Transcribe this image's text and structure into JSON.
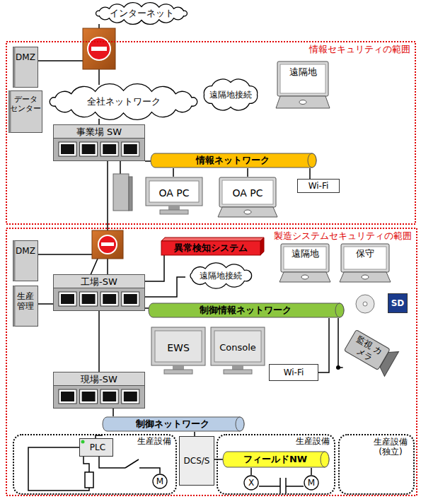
{
  "diagram": {
    "nodes": [
      {
        "text": [
          "インターネット"
        ]
      },
      {
        "text": [
          "情報セキュリティの範囲"
        ]
      },
      {
        "text": [
          "DMZ"
        ],
        "in": 1
      },
      {
        "text": [
          "データ センター"
        ],
        "in": 1
      },
      {
        "text": [
          "全社ネットワーク"
        ],
        "in": 1
      },
      {
        "text": [
          "遠隔地接続"
        ],
        "in": 1
      },
      {
        "text": [
          "遠隔地"
        ],
        "in": 1
      },
      {
        "text": [
          "事業場 SW"
        ],
        "in": 1
      },
      {
        "text": [
          "情報ネットワーク"
        ],
        "in": 1
      },
      {
        "text": [
          "OA PC"
        ],
        "in": 1
      },
      {
        "text": [
          "OA PC"
        ],
        "in": 1
      },
      {
        "text": [
          "Wi-Fi"
        ],
        "in": 1
      },
      {
        "text": [
          "製造システムセキュリティの範囲"
        ]
      },
      {
        "text": [
          "DMZ"
        ],
        "in": 12
      },
      {
        "text": [
          "生産管理"
        ],
        "in": 12
      },
      {
        "text": [
          "工場-SW"
        ],
        "in": 12
      },
      {
        "text": [
          "異常検知システム"
        ],
        "in": 12
      },
      {
        "text": [
          "遠隔地接続"
        ],
        "in": 12
      },
      {
        "text": [
          "遠隔地"
        ],
        "in": 12
      },
      {
        "text": [
          "保守"
        ],
        "in": 12
      },
      {
        "text": [
          "SD"
        ],
        "in": 12
      },
      {
        "text": [
          "制御情報ネットワーク"
        ],
        "in": 12
      },
      {
        "text": [
          "EWS"
        ],
        "in": 12
      },
      {
        "text": [
          "Console"
        ],
        "in": 12
      },
      {
        "text": [
          "Wi-Fi"
        ],
        "in": 12
      },
      {
        "text": [
          "監視 カメラ"
        ],
        "in": 12
      },
      {
        "text": [
          "現場-SW"
        ],
        "in": 12
      },
      {
        "text": [
          "制御ネットワーク"
        ],
        "in": 12
      },
      {
        "text": [
          "生産設備"
        ],
        "in": 12
      },
      {
        "text": [
          "PLC"
        ],
        "in": 28
      },
      {
        "text": [
          "M"
        ],
        "in": 28
      },
      {
        "text": [
          "DCS/S"
        ],
        "in": 12
      },
      {
        "text": [
          "生産設備"
        ],
        "in": 12
      },
      {
        "text": [
          "フィールドNW"
        ],
        "in": 32
      },
      {
        "text": [
          "X"
        ],
        "in": 32
      },
      {
        "text": [
          "M"
        ],
        "in": 32
      },
      {
        "text": [
          "生産設備 (独立)"
        ],
        "in": 12
      }
    ],
    "edges": [
      {
        "from": 0,
        "to": 4,
        "arrow": "none"
      },
      {
        "from": 4,
        "to": 7,
        "arrow": "none"
      },
      {
        "from": 7,
        "to": 8,
        "arrow": "none"
      },
      {
        "from": 8,
        "to": 9,
        "arrow": "none"
      },
      {
        "from": 8,
        "to": 10,
        "arrow": "none"
      },
      {
        "from": 8,
        "to": 11,
        "arrow": "none"
      },
      {
        "from": 7,
        "to": 15,
        "arrow": "none"
      },
      {
        "from": 15,
        "to": 16,
        "arrow": "none"
      },
      {
        "from": 15,
        "to": 17,
        "arrow": "none"
      },
      {
        "from": 15,
        "to": 21,
        "arrow": "none"
      },
      {
        "from": 21,
        "to": 24,
        "arrow": "none"
      },
      {
        "from": 21,
        "to": 25,
        "arrow": "none"
      },
      {
        "from": 15,
        "to": 26,
        "arrow": "none"
      },
      {
        "from": 26,
        "to": 27,
        "arrow": "none"
      },
      {
        "from": 27,
        "to": 29,
        "arrow": "none"
      },
      {
        "from": 27,
        "to": 31,
        "arrow": "none"
      },
      {
        "from": 29,
        "to": 30,
        "arrow": "none"
      },
      {
        "from": 31,
        "to": 33,
        "arrow": "none"
      },
      {
        "from": 33,
        "to": 34,
        "arrow": "none"
      },
      {
        "from": 33,
        "to": 35,
        "arrow": "none"
      }
    ]
  }
}
